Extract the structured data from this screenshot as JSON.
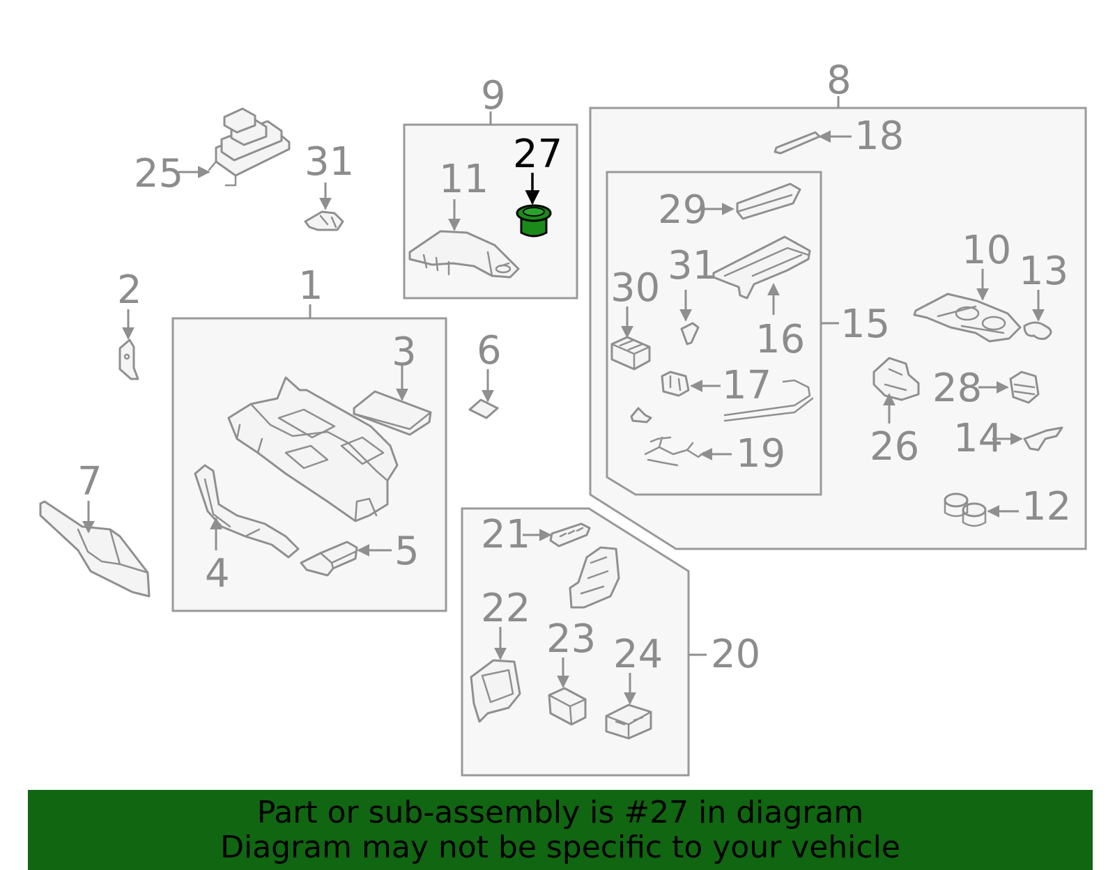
{
  "colors": {
    "highlight": "#1b8a1b",
    "banner_bg": "#116611",
    "line_gray": "#8f8f8f",
    "label_gray": "#8c8c8c",
    "box_fill": "#f7f7f7"
  },
  "highlighted_part": "27",
  "labels": {
    "p1": "1",
    "p2": "2",
    "p3": "3",
    "p4": "4",
    "p5": "5",
    "p6": "6",
    "p7": "7",
    "p8": "8",
    "p9": "9",
    "p10": "10",
    "p11": "11",
    "p12": "12",
    "p13": "13",
    "p14": "14",
    "p15": "15",
    "p16": "16",
    "p17": "17",
    "p18": "18",
    "p19": "19",
    "p20": "20",
    "p21": "21",
    "p22": "22",
    "p23": "23",
    "p24": "24",
    "p25": "25",
    "p26": "26",
    "p27": "27",
    "p28": "28",
    "p29": "29",
    "p30": "30",
    "p31a": "31",
    "p31b": "31"
  },
  "banner": {
    "line1": "Part or sub-assembly is #27 in diagram",
    "line2": "Diagram may not be specific to your vehicle"
  }
}
